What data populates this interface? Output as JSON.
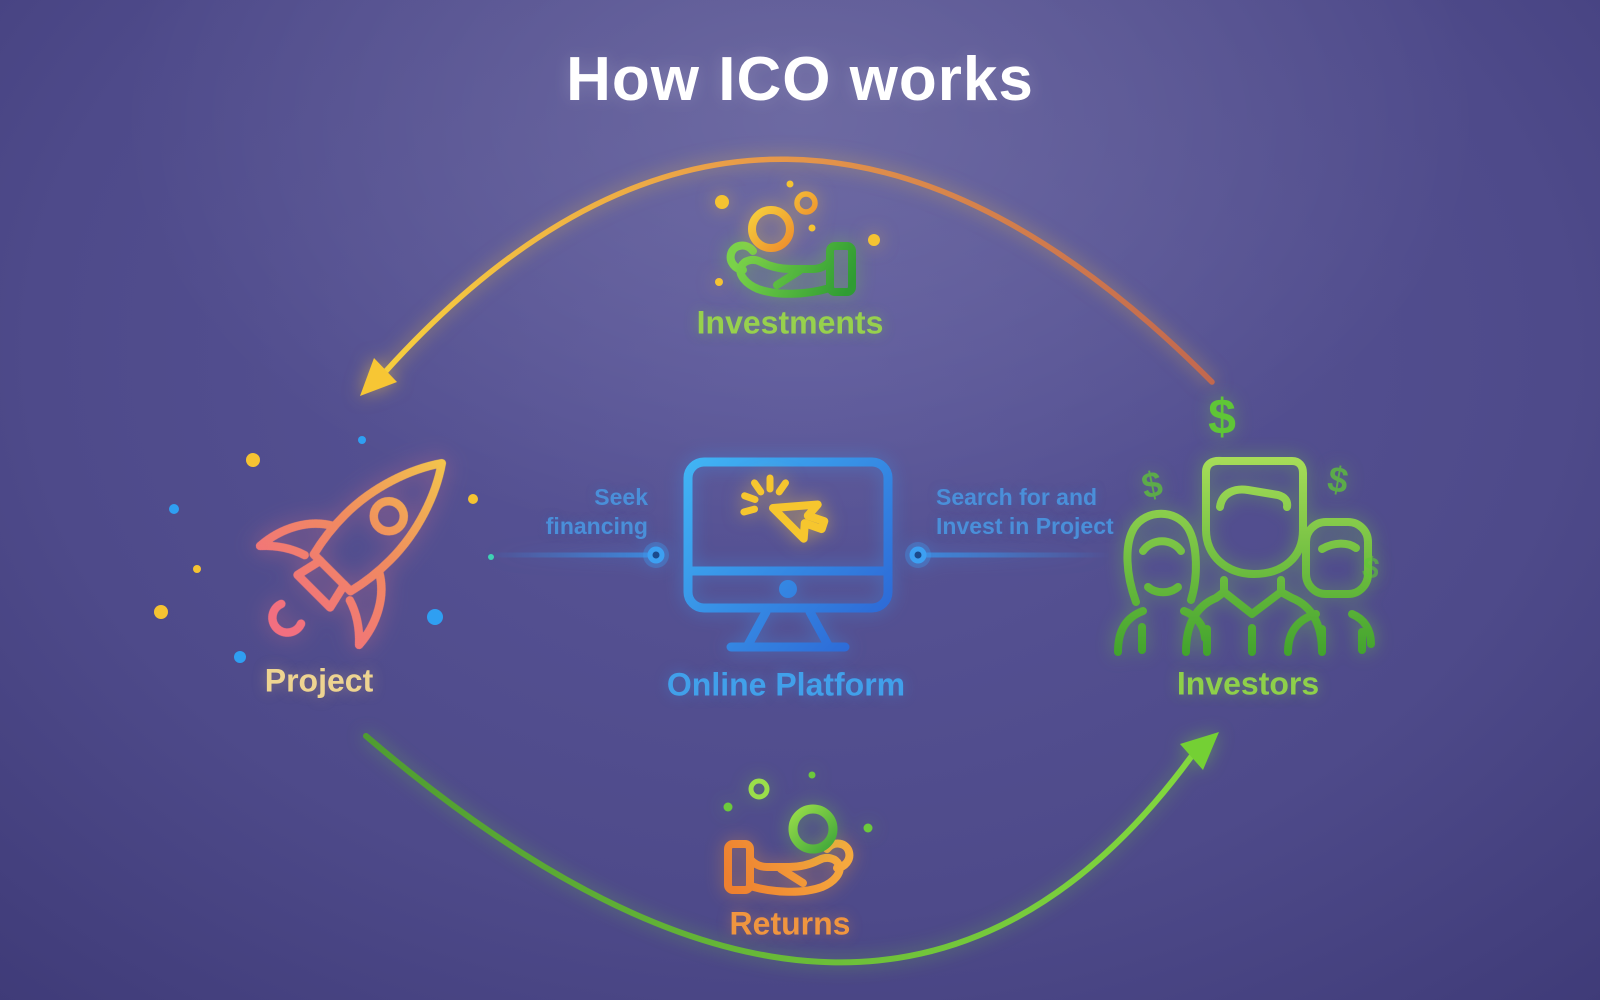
{
  "title": "How ICO works",
  "nodes": {
    "investments": {
      "label": "Investments"
    },
    "project": {
      "label": "Project"
    },
    "online_platform": {
      "label": "Online Platform"
    },
    "investors": {
      "label": "Investors"
    },
    "returns": {
      "label": "Returns"
    }
  },
  "connectors": {
    "seek_financing": {
      "line1": "Seek",
      "line2": "financing"
    },
    "search_invest": {
      "line1": "Search for and",
      "line2": "Invest in Project"
    }
  },
  "icons": {
    "dollar_glyph": "$",
    "project": "rocket-icon",
    "online_platform": "monitor-cursor-click-icon",
    "investors": "people-group-icon",
    "investments": "hand-holding-coin-icon",
    "returns": "hand-holding-coin-icon"
  },
  "colors": {
    "background_top": "#6b68ac",
    "background_bottom": "#332e64",
    "title": "#ffffff",
    "investments_label": "#97d14d",
    "project_label": "#eed491",
    "platform_label": "#41a0ea",
    "investors_label": "#8ed04a",
    "returns_label": "#f0953f",
    "connector_text": "#4a8fd9",
    "arc_top_start": "#f6ce3e",
    "arc_top_end": "#c2684f",
    "arc_bottom_start": "#4f9c31",
    "arc_bottom_end": "#82d83e"
  }
}
